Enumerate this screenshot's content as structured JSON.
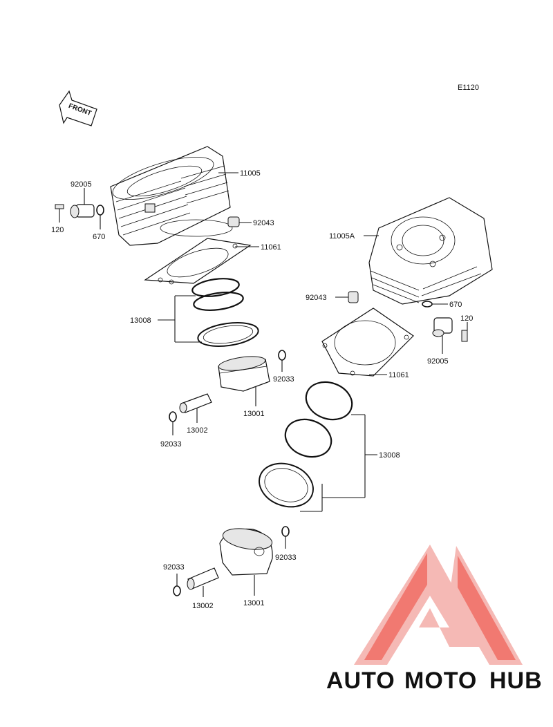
{
  "diagram": {
    "code": "E1120",
    "front_label": "FRONT",
    "labels": {
      "l11005": "11005",
      "l92005_a": "92005",
      "l120_a": "120",
      "l670_a": "670",
      "l92043_a": "92043",
      "l11061_a": "11061",
      "l13008_a": "13008",
      "l92033_a": "92033",
      "l13001_a": "13001",
      "l13002_a": "13002",
      "l92033_b": "92033",
      "l11005A": "11005A",
      "l92043_b": "92043",
      "l670_b": "670",
      "l120_b": "120",
      "l92005_b": "92005",
      "l11061_b": "11061",
      "l13008_b": "13008",
      "l92033_c": "92033",
      "l92033_d": "92033",
      "l13002_b": "13002",
      "l13001_b": "13001"
    }
  },
  "watermark": {
    "part1": "AUTO",
    "part2": "MOTO",
    "part3": "HUB",
    "color1": "#f2b36b",
    "color2": "#f07a74",
    "color3": "#6a6a6a"
  }
}
